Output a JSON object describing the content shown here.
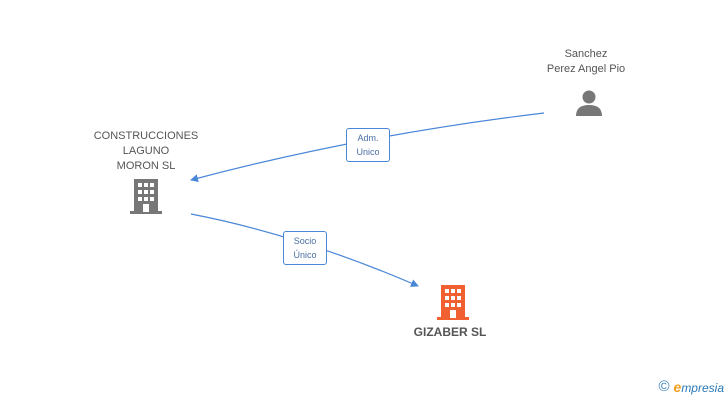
{
  "nodes": {
    "person": {
      "lines": [
        "Sanchez",
        "Perez Angel Pio"
      ],
      "icon": "person-icon",
      "color": "#777777"
    },
    "company_parent": {
      "lines": [
        "CONSTRUCCIONES",
        "LAGUNO",
        "MORON SL"
      ],
      "icon": "building-icon",
      "color": "#777777"
    },
    "company_main": {
      "lines": [
        "GIZABER SL"
      ],
      "icon": "building-icon",
      "color": "#f06030"
    }
  },
  "edges": {
    "adm": {
      "lines": [
        "Adm.",
        "Unico"
      ],
      "color": "#4a86d8"
    },
    "socio": {
      "lines": [
        "Socio",
        "Único"
      ],
      "color": "#4a86d8"
    }
  },
  "watermark": {
    "symbol": "©",
    "brand_first": "e",
    "brand_rest": "mpresia"
  }
}
